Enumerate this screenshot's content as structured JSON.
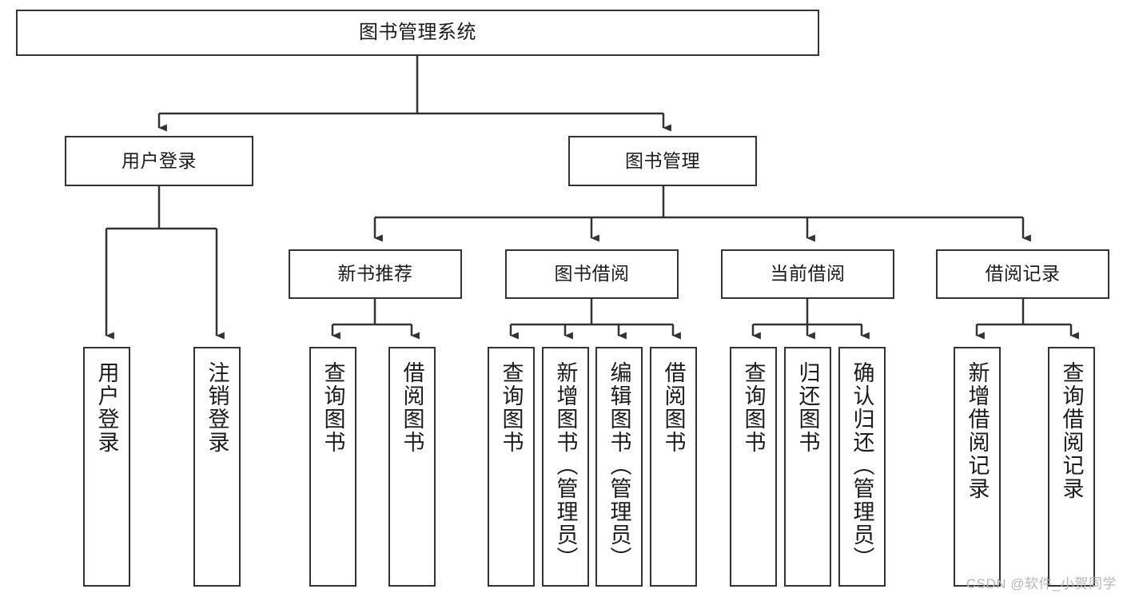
{
  "diagram": {
    "title": "图书管理系统",
    "type": "hierarchy-tree",
    "watermark": "CSDN @软件_小贺同学",
    "colors": {
      "box_border": "#333333",
      "box_fill": "#ffffff",
      "edge": "#333333",
      "text": "#1b1b1b",
      "watermark": "#b7b7b7",
      "background": "#ffffff"
    },
    "levels": {
      "level1": [
        {
          "id": "root",
          "label": "图书管理系统",
          "orientation": "horizontal"
        }
      ],
      "level2": [
        {
          "id": "login",
          "label": "用户登录",
          "orientation": "horizontal"
        },
        {
          "id": "bookmgr",
          "label": "图书管理",
          "orientation": "horizontal"
        }
      ],
      "level3": [
        {
          "id": "newbook",
          "label": "新书推荐",
          "orientation": "horizontal"
        },
        {
          "id": "borrow",
          "label": "图书借阅",
          "orientation": "horizontal"
        },
        {
          "id": "current",
          "label": "当前借阅",
          "orientation": "horizontal"
        },
        {
          "id": "record",
          "label": "借阅记录",
          "orientation": "horizontal"
        }
      ],
      "level4": [
        {
          "id": "leaf-user-login",
          "label": "用户登录",
          "parent": "login",
          "orientation": "vertical"
        },
        {
          "id": "leaf-user-logout",
          "label": "注销登录",
          "parent": "login",
          "orientation": "vertical"
        },
        {
          "id": "leaf-nb-query",
          "label": "查询图书",
          "parent": "newbook",
          "orientation": "vertical"
        },
        {
          "id": "leaf-nb-borrow",
          "label": "借阅图书",
          "parent": "newbook",
          "orientation": "vertical"
        },
        {
          "id": "leaf-bw-query",
          "label": "查询图书",
          "parent": "borrow",
          "orientation": "vertical"
        },
        {
          "id": "leaf-bw-add",
          "label": "新增图书（管理员）",
          "parent": "borrow",
          "orientation": "vertical"
        },
        {
          "id": "leaf-bw-edit",
          "label": "编辑图书（管理员）",
          "parent": "borrow",
          "orientation": "vertical"
        },
        {
          "id": "leaf-bw-borrow",
          "label": "借阅图书",
          "parent": "borrow",
          "orientation": "vertical"
        },
        {
          "id": "leaf-cu-query",
          "label": "查询图书",
          "parent": "current",
          "orientation": "vertical"
        },
        {
          "id": "leaf-cu-return",
          "label": "归还图书",
          "parent": "current",
          "orientation": "vertical"
        },
        {
          "id": "leaf-cu-confirm",
          "label": "确认归还（管理员）",
          "parent": "current",
          "orientation": "vertical"
        },
        {
          "id": "leaf-rc-add",
          "label": "新增借阅记录",
          "parent": "record",
          "orientation": "vertical"
        },
        {
          "id": "leaf-rc-query",
          "label": "查询借阅记录",
          "parent": "record",
          "orientation": "vertical"
        }
      ]
    }
  }
}
